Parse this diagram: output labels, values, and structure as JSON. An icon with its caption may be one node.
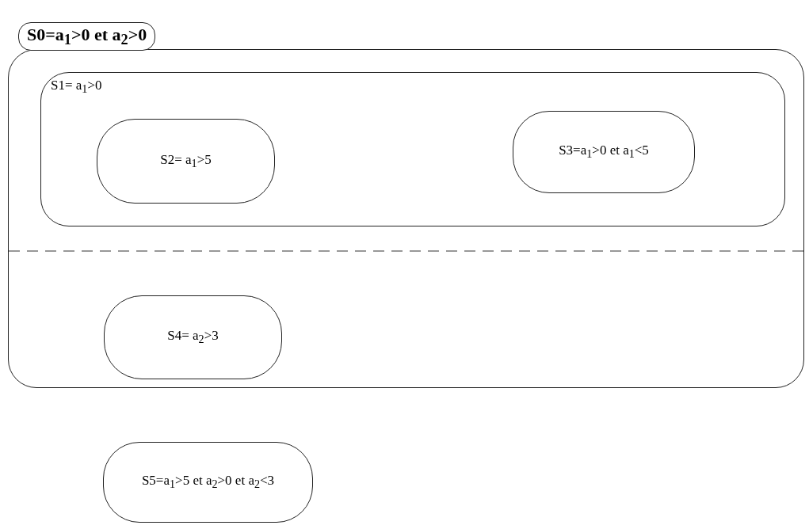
{
  "diagram": {
    "nodes": [
      {
        "text": [
          "**S0=a$_{1}$>0 et a$_{2}$>0**"
        ]
      },
      {
        "text": [
          "S1= a$_{1}$>0"
        ],
        "in": 0
      },
      {
        "text": [
          "S2= a$_{1}$>5"
        ],
        "in": 1
      },
      {
        "text": [
          "S3=a$_{1}$>0 et a$_{1}$<5"
        ],
        "in": 1
      },
      {
        "text": [
          "S4= a$_{2}$>3"
        ],
        "in": 0
      },
      {
        "text": [
          "S5=a$_{1}$>5 et  a$_{2}$>0 et a$_{2}$<3"
        ]
      }
    ]
  }
}
